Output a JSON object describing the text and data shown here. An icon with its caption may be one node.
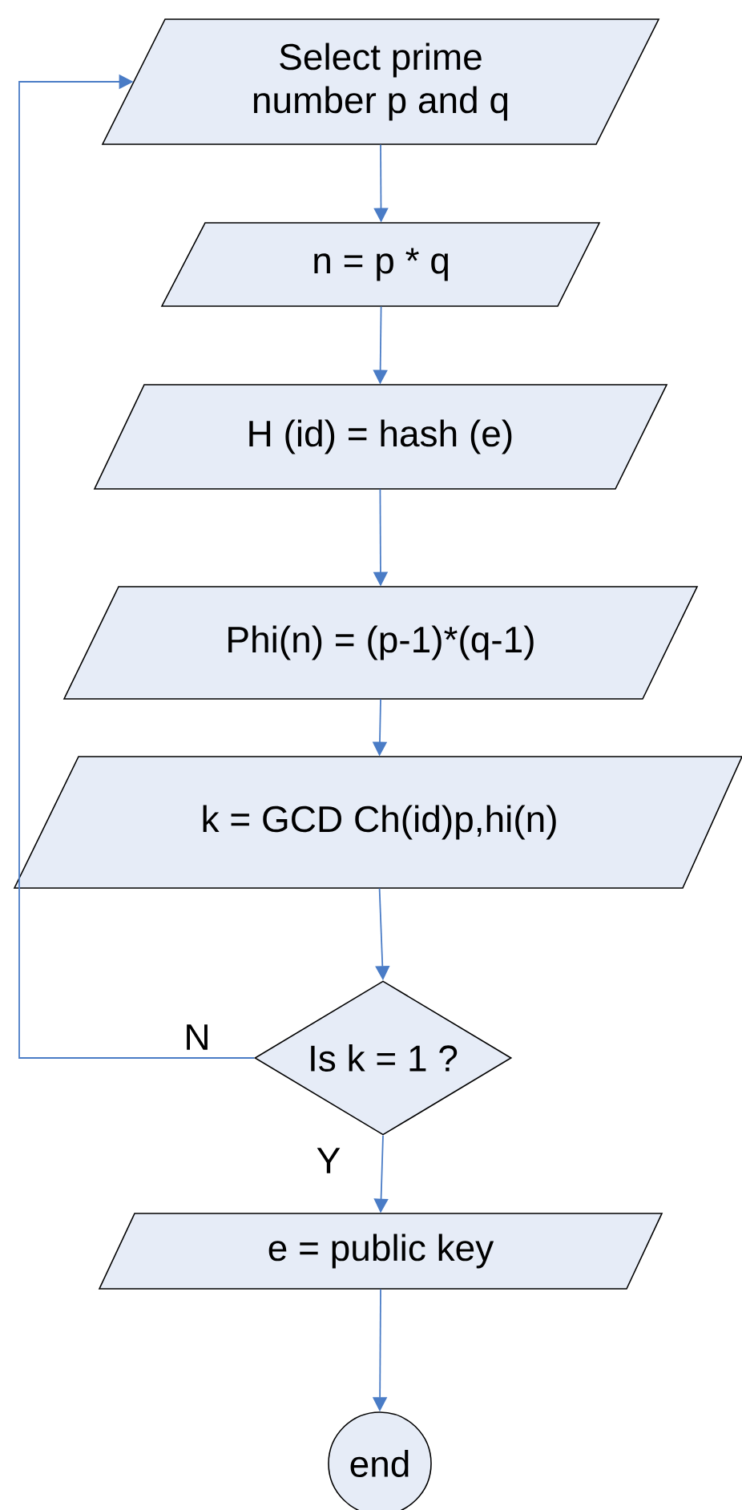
{
  "diagram": {
    "nodes": [
      {
        "text": [
          "Select prime number p and q"
        ]
      },
      {
        "text": [
          "n = p * q"
        ]
      },
      {
        "text": [
          "H (id) = hash (e)"
        ]
      },
      {
        "text": [
          "Phi(n) = (p-1)*(q-1)"
        ]
      },
      {
        "text": [
          "k = GCD Ch(id)p,hi(n)"
        ]
      },
      {
        "text": [
          "Is k = 1 ?"
        ]
      },
      {
        "text": [
          "e = public key"
        ]
      },
      {
        "text": [
          "end"
        ]
      }
    ],
    "edges": [
      {
        "from": 0,
        "to": 1,
        "arrow": "to"
      },
      {
        "from": 1,
        "to": 2,
        "arrow": "to"
      },
      {
        "from": 2,
        "to": 3,
        "arrow": "to"
      },
      {
        "from": 3,
        "to": 4,
        "arrow": "to"
      },
      {
        "from": 4,
        "to": 5,
        "arrow": "to"
      },
      {
        "from": 5,
        "to": 6,
        "arrow": "to",
        "label": "Y"
      },
      {
        "from": 6,
        "to": 7,
        "arrow": "to"
      },
      {
        "from": 5,
        "to": 0,
        "arrow": "to",
        "label": "N"
      }
    ]
  }
}
